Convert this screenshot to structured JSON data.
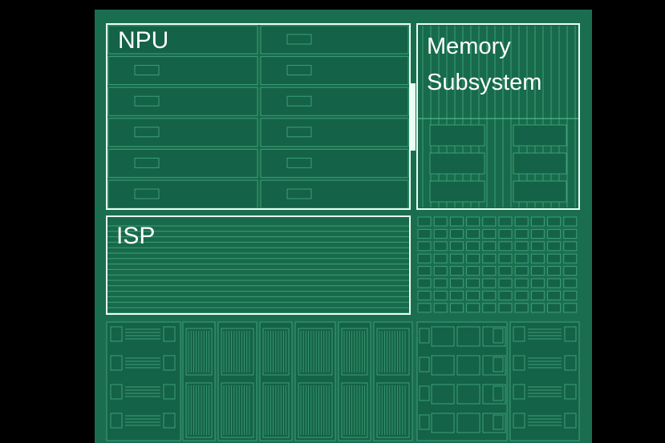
{
  "colors": {
    "background": "#000000",
    "die": "#1a6e4f",
    "die_dark": "#155f43",
    "cell": "#146247",
    "line": "#58c59a",
    "line_dim": "#3e9e78",
    "highlight": "#e8fff4",
    "text": "#ffffff"
  },
  "blocks": {
    "npu": {
      "label": "NPU"
    },
    "isp": {
      "label": "ISP"
    },
    "memory": {
      "label_line1": "Memory",
      "label_line2": "Subsystem"
    }
  }
}
